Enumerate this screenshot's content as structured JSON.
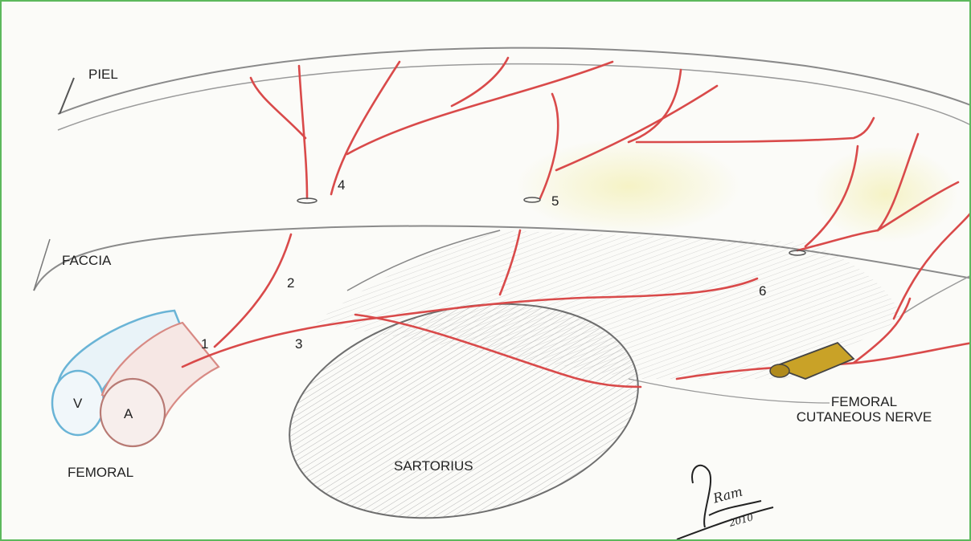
{
  "colors": {
    "border": "#5cb85c",
    "artery": "#d94a4a",
    "vein": "#6ab4d6",
    "pencil": "#7a7a7a",
    "nerve": "#c9a227"
  },
  "layers": {
    "skin": "PIEL",
    "fascia": "FACCIA"
  },
  "vessels": {
    "vein": "V",
    "artery": "A",
    "femoral": "FEMORAL"
  },
  "muscle": "SARTORIUS",
  "nerve": {
    "line1": "FEMORAL",
    "line2": "CUTANEOUS NERVE"
  },
  "branch_numbers": [
    "1",
    "2",
    "3",
    "4",
    "5",
    "6"
  ],
  "signature": {
    "name": "Ram",
    "year": "2010"
  }
}
